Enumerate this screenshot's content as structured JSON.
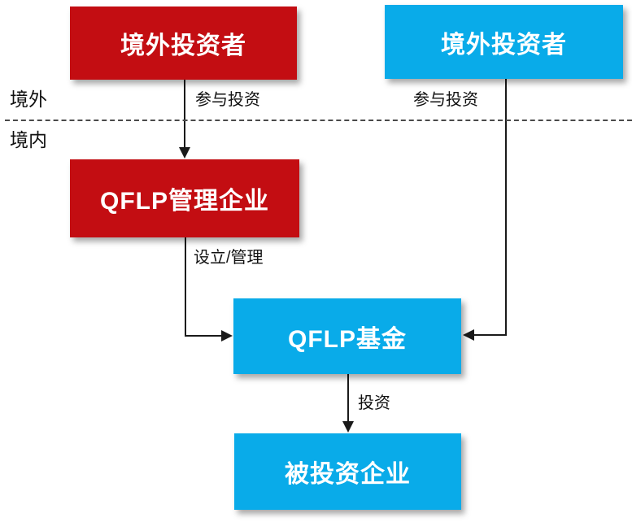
{
  "colors": {
    "box-red": "#C30D12",
    "box-blue": "#09ABE9",
    "arrow": "#1a1a1a",
    "text-on-box": "#ffffff",
    "label-text": "#111111"
  },
  "regions": {
    "offshore": "境外",
    "onshore": "境内"
  },
  "nodes": [
    {
      "id": "foreign-investor-left",
      "label": "境外投资者",
      "color": "red"
    },
    {
      "id": "foreign-investor-right",
      "label": "境外投资者",
      "color": "blue"
    },
    {
      "id": "qflp-manager",
      "label": "QFLP管理企业",
      "color": "red"
    },
    {
      "id": "qflp-fund",
      "label": "QFLP基金",
      "color": "blue"
    },
    {
      "id": "investee-company",
      "label": "被投资企业",
      "color": "blue"
    }
  ],
  "edges": [
    {
      "from": "foreign-investor-left",
      "to": "qflp-manager",
      "label": "参与投资"
    },
    {
      "from": "foreign-investor-right",
      "to": "qflp-fund",
      "label": "参与投资"
    },
    {
      "from": "qflp-manager",
      "to": "qflp-fund",
      "label": "设立/管理"
    },
    {
      "from": "qflp-fund",
      "to": "investee-company",
      "label": "投资"
    }
  ]
}
